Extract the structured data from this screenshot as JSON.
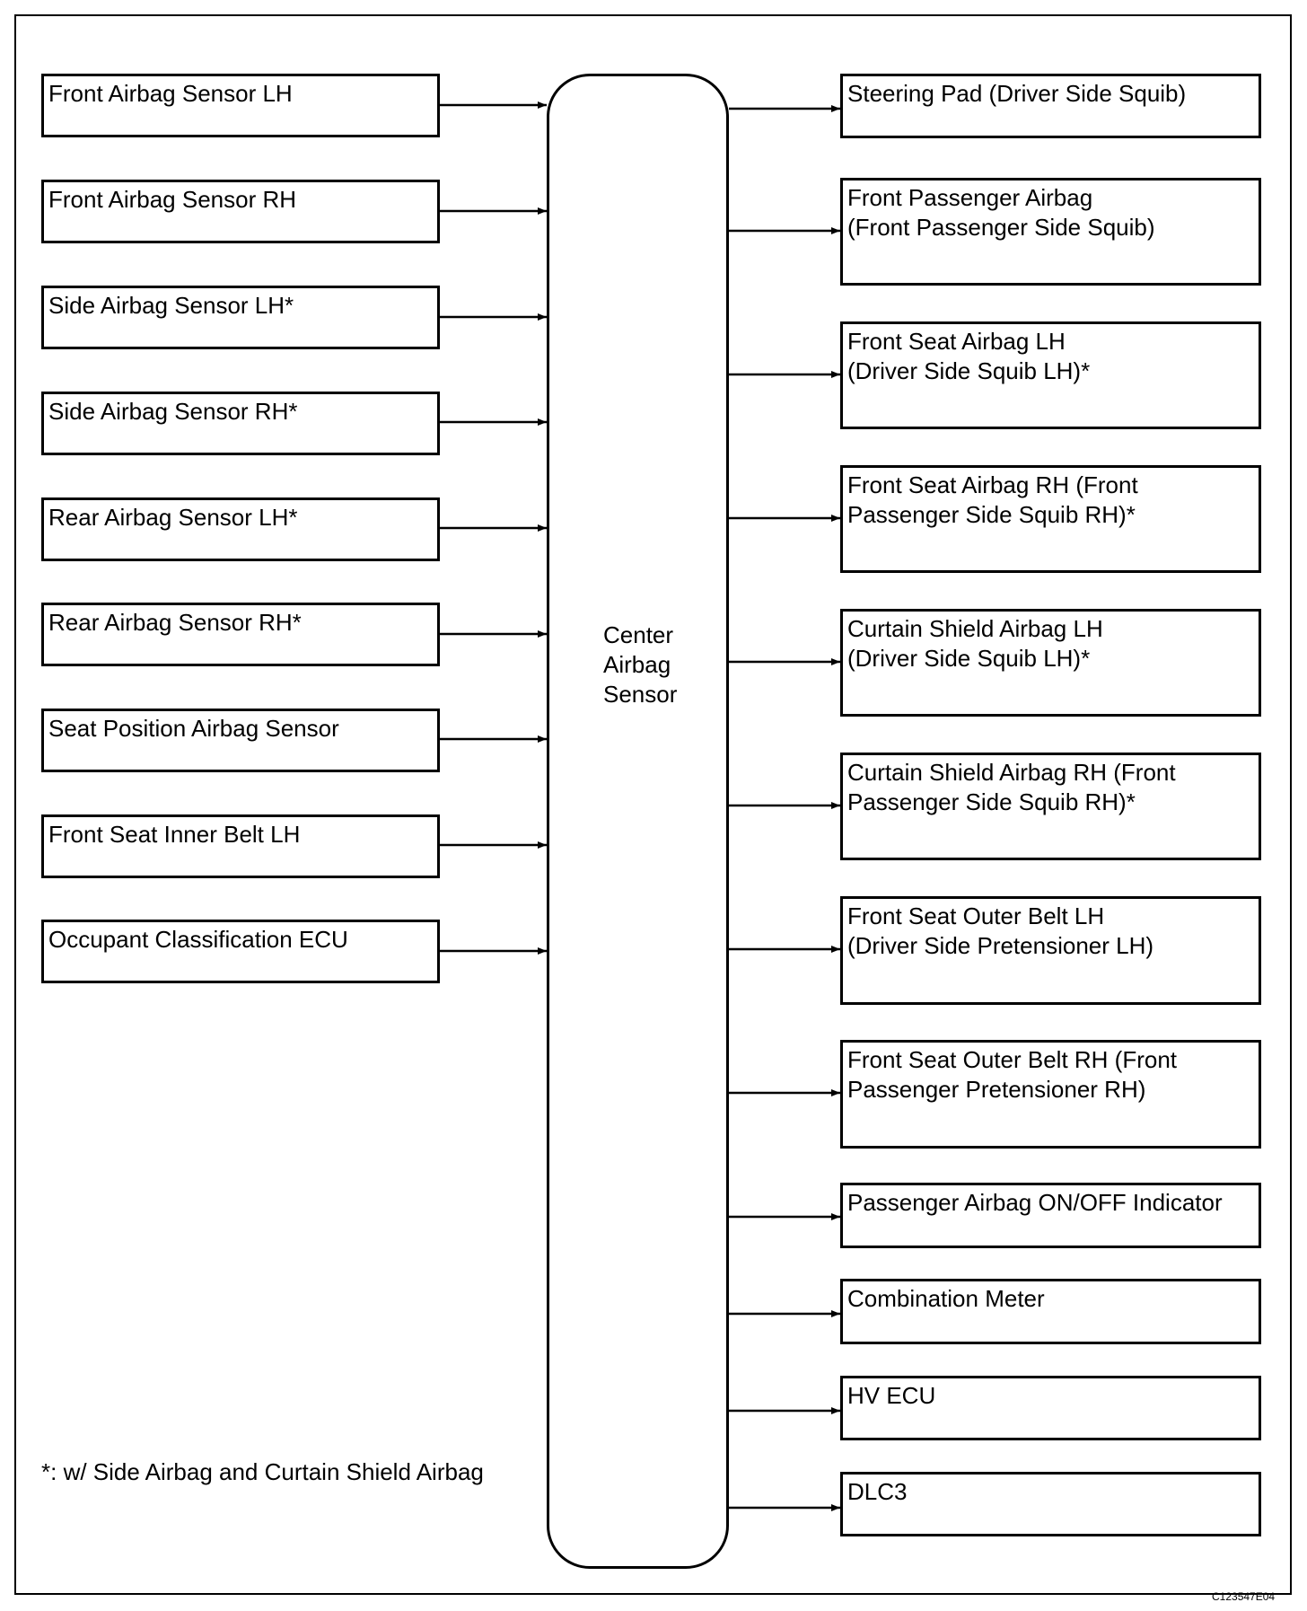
{
  "inputs": [
    "Front Airbag Sensor LH",
    "Front Airbag Sensor RH",
    "Side Airbag Sensor LH*",
    "Side Airbag Sensor RH*",
    "Rear Airbag Sensor LH*",
    "Rear Airbag Sensor RH*",
    "Seat Position Airbag Sensor",
    "Front Seat Inner Belt LH",
    "Occupant Classification ECU"
  ],
  "center": "Center\nAirbag\nSensor",
  "outputs": [
    "Steering Pad (Driver Side Squib)",
    "Front Passenger Airbag\n(Front Passenger Side Squib)",
    "Front Seat Airbag LH\n(Driver Side Squib LH)*",
    "Front Seat Airbag RH (Front\nPassenger Side Squib RH)*",
    "Curtain Shield Airbag LH\n(Driver Side Squib LH)*",
    "Curtain Shield Airbag RH (Front\nPassenger Side Squib RH)*",
    "Front Seat Outer Belt LH\n(Driver Side Pretensioner LH)",
    "Front Seat Outer Belt RH (Front\nPassenger Pretensioner RH)",
    "Passenger Airbag ON/OFF Indicator",
    "Combination Meter",
    "HV ECU",
    "DLC3"
  ],
  "footnote": "*: w/ Side Airbag and Curtain Shield Airbag",
  "figure_code": "C123547E04"
}
